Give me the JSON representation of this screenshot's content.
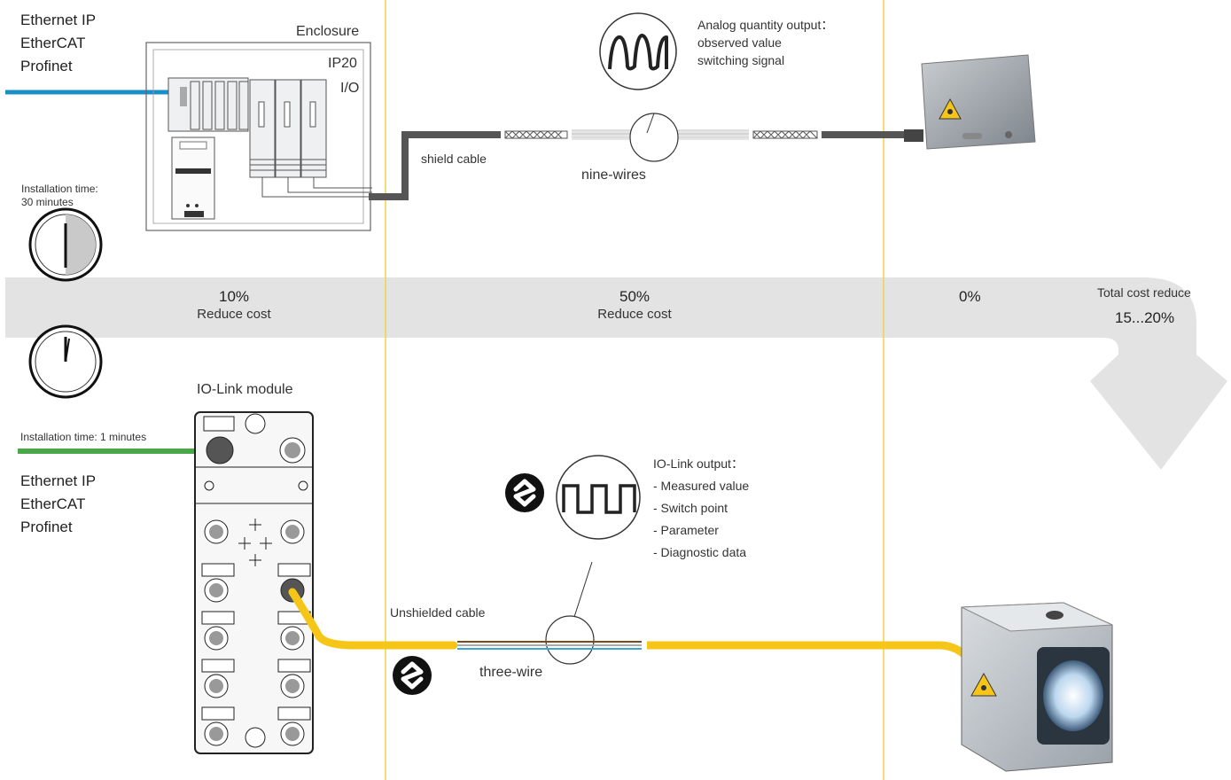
{
  "colors": {
    "yellow_divider": "#f3d34a",
    "ethernet_blue": "#1a8fc7",
    "ethernet_green": "#4aa84a",
    "iolink_yellow": "#f5c518",
    "band_gray": "#e3e3e3",
    "shield_cable": "#555555"
  },
  "icons": [
    "clock-icon",
    "iolink-logo-icon",
    "square-wave-icon",
    "laser-warning-icon"
  ],
  "top": {
    "protocols": [
      "Ethernet IP",
      "EtherCAT",
      "Profinet"
    ],
    "enclosure_label": "Enclosure",
    "ip20_label": "IP20",
    "io_label": "I/O",
    "shield_cable_label": "shield cable",
    "nine_wires_label": "nine-wires",
    "analog_output": [
      "Analog quantity output：",
      "observed value",
      "switching signal"
    ],
    "installation_time": [
      "Installation time:",
      "30 minutes"
    ]
  },
  "band": {
    "seg1": {
      "percent": "10%",
      "label": "Reduce cost"
    },
    "seg2": {
      "percent": "50%",
      "label": "Reduce cost"
    },
    "seg3": {
      "percent": "0%"
    },
    "total": {
      "label": "Total cost reduce",
      "value": "15...20%"
    }
  },
  "bottom": {
    "module_label": "IO-Link module",
    "installation_time": "Installation time: 1 minutes",
    "protocols": [
      "Ethernet IP",
      "EtherCAT",
      "Profinet"
    ],
    "unshielded_label": "Unshielded cable",
    "three_wire_label": "three-wire",
    "iolink_output": [
      "IO-Link output：",
      "- Measured value",
      "- Switch point",
      "- Parameter",
      "- Diagnostic data"
    ]
  }
}
